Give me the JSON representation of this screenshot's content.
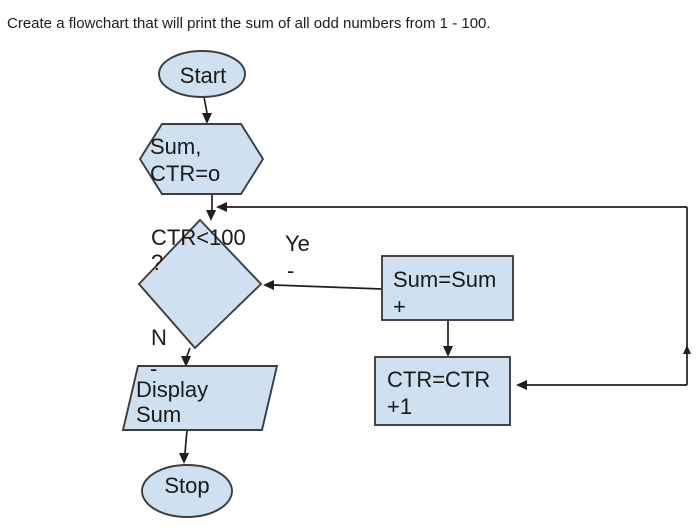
{
  "page": {
    "title": "Create a flowchart that will print the sum of all odd numbers from 1 - 100."
  },
  "colors": {
    "shape_fill": "#cfe0f0",
    "shape_border": "#3d3d3d",
    "connector": "#1f1f1f",
    "text_color": "#1a1a1a"
  },
  "flowchart": {
    "nodes": {
      "start": {
        "type": "terminator",
        "label": "Start"
      },
      "init": {
        "type": "preparation",
        "line1": "Sum,",
        "line2": "CTR=o"
      },
      "decision": {
        "type": "decision",
        "line1": "CTR<100",
        "line2": "?"
      },
      "sum_process": {
        "type": "process",
        "line1": "Sum=Sum",
        "line2": "+"
      },
      "ctr_process": {
        "type": "process",
        "line1": "CTR=CTR",
        "line2": "+1"
      },
      "display": {
        "type": "input_output",
        "line1": "Display",
        "line2": "Sum"
      },
      "stop": {
        "type": "terminator",
        "label": "Stop"
      }
    },
    "branch_labels": {
      "yes_text": "Ye",
      "yes_dash": "-",
      "no_text": "N",
      "no_dash": "-"
    }
  }
}
